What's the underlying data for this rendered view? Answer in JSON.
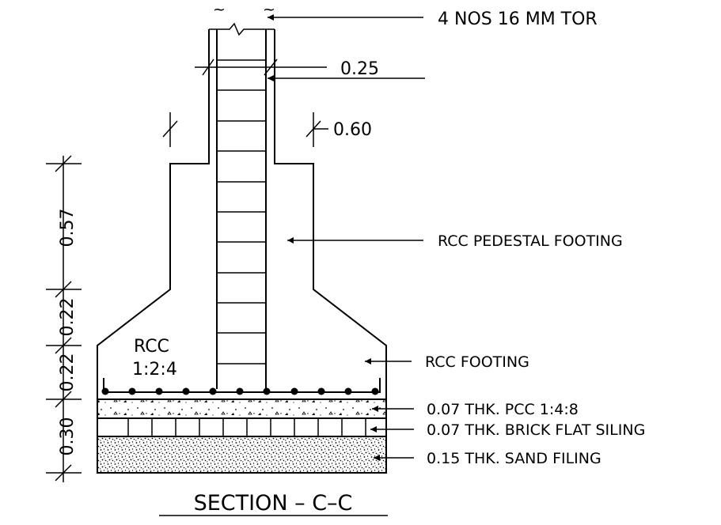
{
  "labels": {
    "bars": "4 NOS 16 MM TOR",
    "col_width": "0.25",
    "offset": "0.60",
    "pedestal": "RCC PEDESTAL FOOTING",
    "footing": "RCC FOOTING",
    "pcc": "0.07 THK. PCC 1:4:8",
    "brick": "0.07 THK. BRICK FLAT SILING",
    "sand": "0.15 THK. SAND FILING",
    "mix_line1": "RCC",
    "mix_line2": "1:2:4",
    "break_mark_left": "~",
    "break_mark_right": "~"
  },
  "dimensions": {
    "d1": "0.57",
    "d2": "0.22",
    "d3": "0.22",
    "d4": "0.30"
  },
  "title": "SECTION – C–C"
}
